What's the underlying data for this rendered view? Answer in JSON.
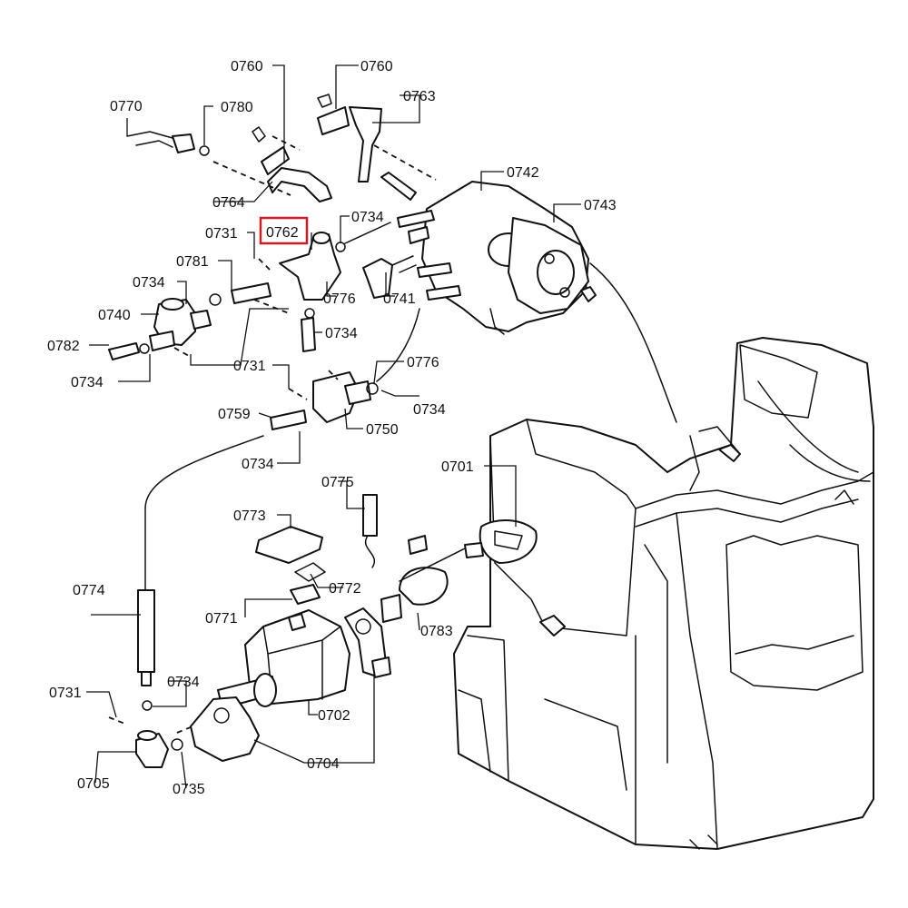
{
  "highlighted_label": "0762",
  "labels": {
    "p0760a": "0760",
    "p0760b": "0760",
    "p0763": "0763",
    "p0770": "0770",
    "p0780": "0780",
    "p0764": "0764",
    "p0742": "0742",
    "p0743": "0743",
    "p0731a": "0731",
    "p0762": "0762",
    "p0734a": "0734",
    "p0781": "0781",
    "p0734b": "0734",
    "p0776a": "0776",
    "p0741": "0741",
    "p0740": "0740",
    "p0734c": "0734",
    "p0782": "0782",
    "p0734d": "0734",
    "p0731b": "0731",
    "p0776b": "0776",
    "p0734e": "0734",
    "p0759": "0759",
    "p0750": "0750",
    "p0734f": "0734",
    "p0701": "0701",
    "p0775": "0775",
    "p0773": "0773",
    "p0772": "0772",
    "p0774": "0774",
    "p0771": "0771",
    "p0783": "0783",
    "p0734g": "0734",
    "p0731c": "0731",
    "p0702": "0702",
    "p0704": "0704",
    "p0705": "0705",
    "p0735": "0735"
  },
  "colors": {
    "line": "#111111",
    "highlight": "#d01c24",
    "background": "#ffffff"
  }
}
